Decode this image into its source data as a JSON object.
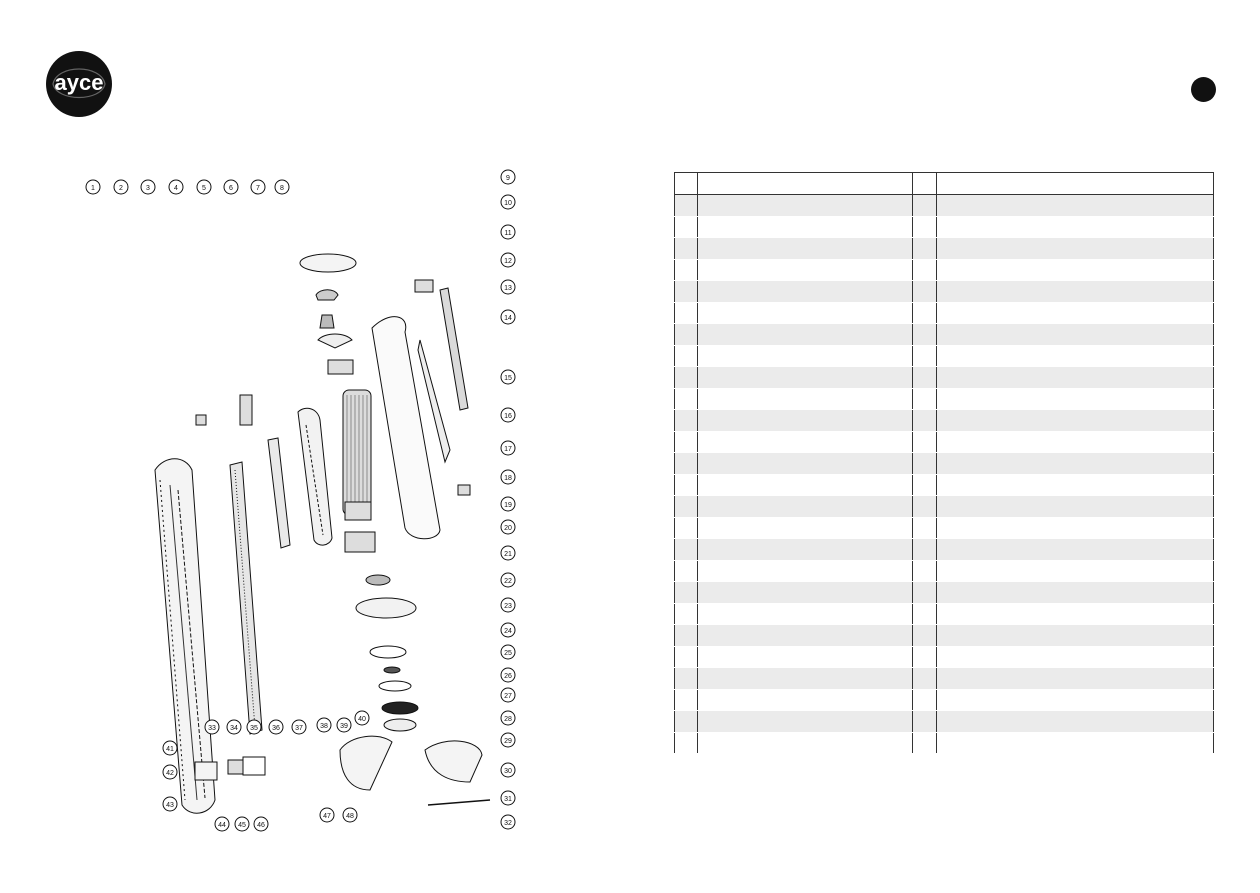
{
  "brand": {
    "logo_text": "ayce",
    "logo_colors": {
      "outer": "#111111",
      "ring": "#ffffff",
      "inner": "#2b2b2b"
    }
  },
  "page_marker_color": "#111111",
  "diagram": {
    "callout_numbers": [
      "1",
      "2",
      "3",
      "4",
      "5",
      "6",
      "7",
      "8",
      "9",
      "10",
      "11",
      "12",
      "13",
      "14",
      "15",
      "16",
      "17",
      "18",
      "19",
      "20",
      "21",
      "22",
      "23",
      "24",
      "25",
      "26",
      "27",
      "28",
      "29",
      "30",
      "31",
      "32",
      "33",
      "34",
      "35",
      "36",
      "37",
      "38",
      "39",
      "40",
      "41",
      "42",
      "43",
      "44",
      "45",
      "46",
      "47",
      "48"
    ]
  },
  "parts_table": {
    "headers": [
      "",
      "",
      "",
      ""
    ],
    "rows": [
      [
        "",
        "",
        "",
        ""
      ],
      [
        "",
        "",
        "",
        ""
      ],
      [
        "",
        "",
        "",
        ""
      ],
      [
        "",
        "",
        "",
        ""
      ],
      [
        "",
        "",
        "",
        ""
      ],
      [
        "",
        "",
        "",
        ""
      ],
      [
        "",
        "",
        "",
        ""
      ],
      [
        "",
        "",
        "",
        ""
      ],
      [
        "",
        "",
        "",
        ""
      ],
      [
        "",
        "",
        "",
        ""
      ],
      [
        "",
        "",
        "",
        ""
      ],
      [
        "",
        "",
        "",
        ""
      ],
      [
        "",
        "",
        "",
        ""
      ],
      [
        "",
        "",
        "",
        ""
      ],
      [
        "",
        "",
        "",
        ""
      ],
      [
        "",
        "",
        "",
        ""
      ],
      [
        "",
        "",
        "",
        ""
      ],
      [
        "",
        "",
        "",
        ""
      ],
      [
        "",
        "",
        "",
        ""
      ],
      [
        "",
        "",
        "",
        ""
      ],
      [
        "",
        "",
        "",
        ""
      ],
      [
        "",
        "",
        "",
        ""
      ],
      [
        "",
        "",
        "",
        ""
      ],
      [
        "",
        "",
        "",
        ""
      ],
      [
        "",
        "",
        "",
        ""
      ],
      [
        "",
        "",
        "",
        ""
      ]
    ]
  }
}
